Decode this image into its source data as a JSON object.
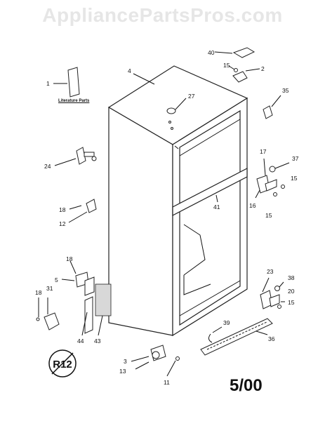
{
  "watermark": "AppliancePartsPros.com",
  "date_code": "5/00",
  "literature_label": "Literature Parts",
  "refrigerant_badge": "R12",
  "callouts": [
    {
      "id": "c40",
      "label": "40"
    },
    {
      "id": "c15a",
      "label": "15"
    },
    {
      "id": "c2",
      "label": "2"
    },
    {
      "id": "c4",
      "label": "4"
    },
    {
      "id": "c1",
      "label": "1"
    },
    {
      "id": "c27",
      "label": "27"
    },
    {
      "id": "c35",
      "label": "35"
    },
    {
      "id": "c17",
      "label": "17"
    },
    {
      "id": "c37",
      "label": "37"
    },
    {
      "id": "c24",
      "label": "24"
    },
    {
      "id": "c15b",
      "label": "15"
    },
    {
      "id": "c16",
      "label": "16"
    },
    {
      "id": "c15c",
      "label": "15"
    },
    {
      "id": "c41",
      "label": "41"
    },
    {
      "id": "c18a",
      "label": "18"
    },
    {
      "id": "c12",
      "label": "12"
    },
    {
      "id": "c18b",
      "label": "18"
    },
    {
      "id": "c5",
      "label": "5"
    },
    {
      "id": "c23",
      "label": "23"
    },
    {
      "id": "c38",
      "label": "38"
    },
    {
      "id": "c20",
      "label": "20"
    },
    {
      "id": "c15d",
      "label": "15"
    },
    {
      "id": "c18c",
      "label": "18"
    },
    {
      "id": "c31",
      "label": "31"
    },
    {
      "id": "c44",
      "label": "44"
    },
    {
      "id": "c43",
      "label": "43"
    },
    {
      "id": "c39",
      "label": "39"
    },
    {
      "id": "c36",
      "label": "36"
    },
    {
      "id": "c3",
      "label": "3"
    },
    {
      "id": "c13",
      "label": "13"
    },
    {
      "id": "c11",
      "label": "11"
    }
  ]
}
